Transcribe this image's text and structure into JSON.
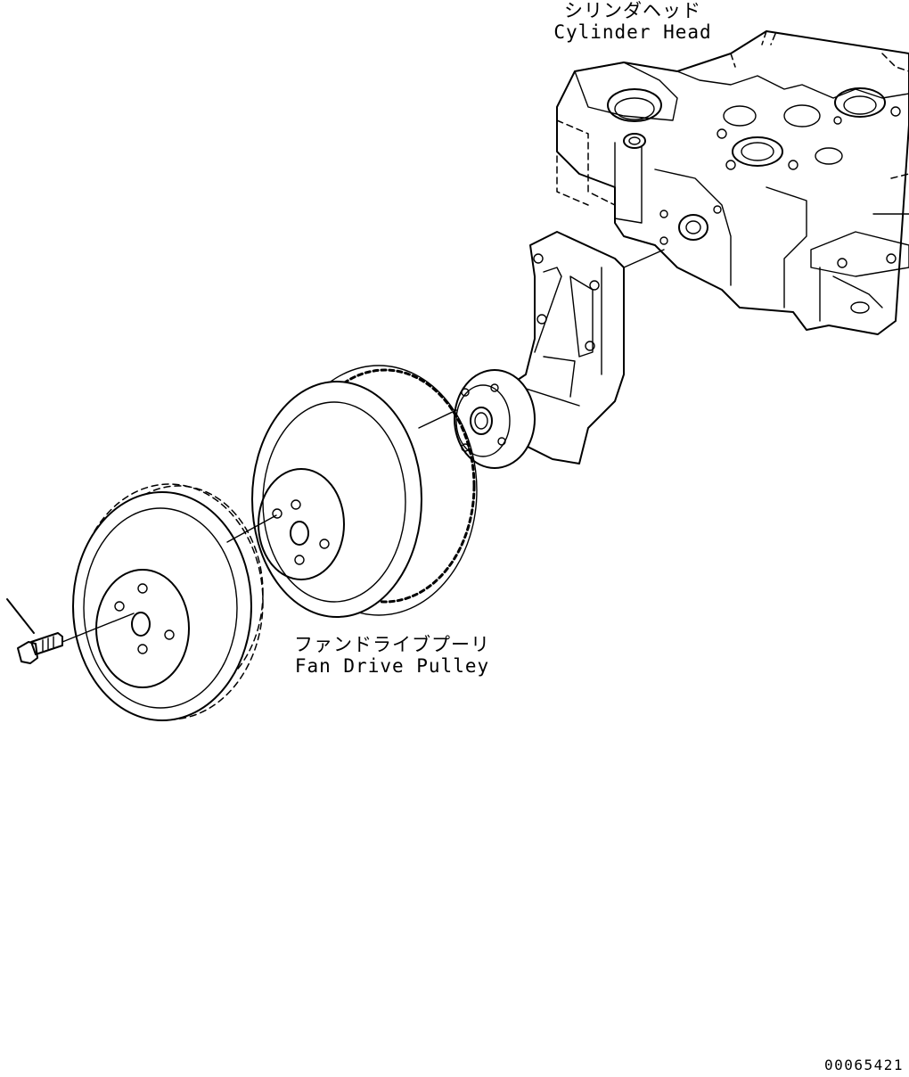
{
  "labels": {
    "cylinder_head_jp": "シリンダヘッド",
    "cylinder_head_en": "Cylinder Head",
    "fan_pulley_jp": "ファンドライブプーリ",
    "fan_pulley_en": "Fan Drive Pulley"
  },
  "drawing_ref": "00065421"
}
